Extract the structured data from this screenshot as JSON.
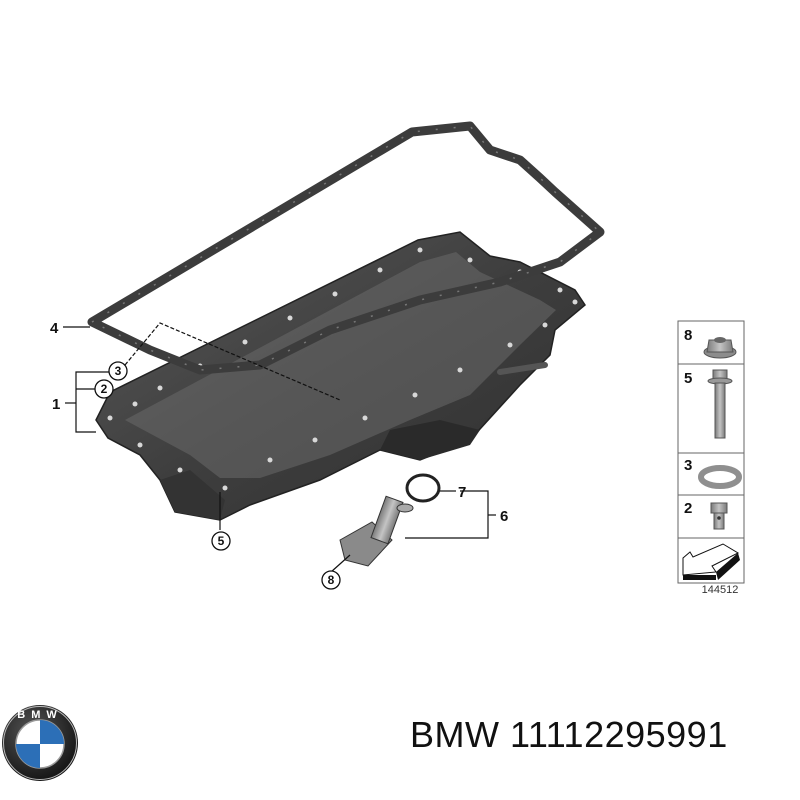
{
  "diagram": {
    "callouts": {
      "c1": "1",
      "c2": "2",
      "c3": "3",
      "c4": "4",
      "c5": "5",
      "c6": "6",
      "c7": "7",
      "c8": "8"
    },
    "legend": {
      "items": [
        {
          "number": "8",
          "part": "flange-nut"
        },
        {
          "number": "5",
          "part": "hex-bolt"
        },
        {
          "number": "3",
          "part": "sealing-washer"
        },
        {
          "number": "2",
          "part": "banjo-bolt"
        }
      ],
      "arrow_icon": "direction-arrow-icon"
    },
    "diagram_number": "144512"
  },
  "brand": {
    "logo_text": "BMW",
    "name": "BMW",
    "part_number": "11112295991"
  },
  "colors": {
    "pan": "#4a4a4a",
    "gasket": "#3c3c3c",
    "parts": "#9a9a9a",
    "bmw_blue": "#2c6fb7"
  }
}
